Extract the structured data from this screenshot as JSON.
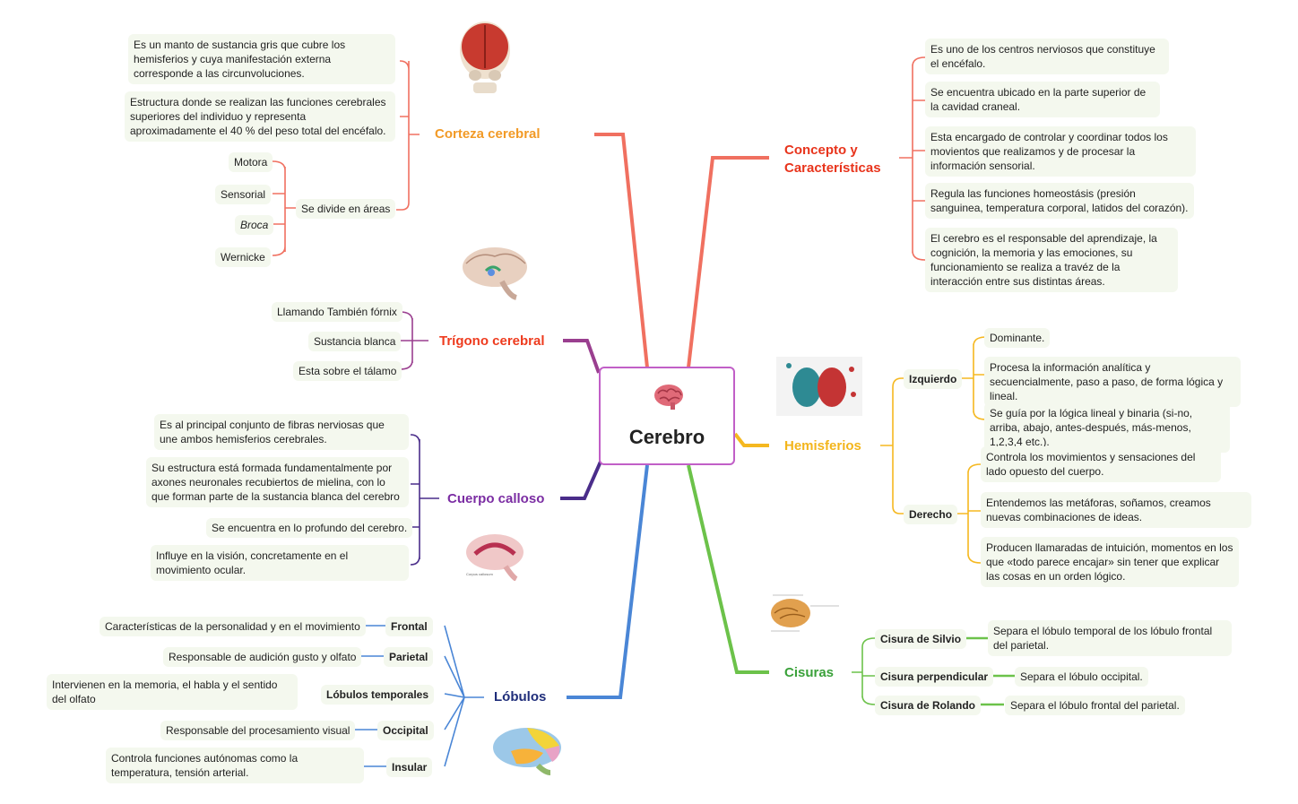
{
  "center": {
    "title": "Cerebro",
    "icon": "brain-icon"
  },
  "branches": {
    "corteza": {
      "label": "Corteza cerebral",
      "color": "#f29a26",
      "notes": [
        "Es un manto de sustancia gris que cubre los hemisferios y cuya manifestación externa corresponde a las circunvoluciones.",
        "Estructura  donde se realizan las funciones cerebrales superiores del individuo y representa aproximadamente el 40 % del peso total del encéfalo."
      ],
      "divide": "Se divide en áreas",
      "areas": [
        "Motora",
        "Sensorial",
        "Broca",
        "Wernicke"
      ]
    },
    "trigono": {
      "label": "Trígono cerebral",
      "color": "#ee3b1e",
      "items": [
        "Llamando También fórnix",
        "Sustancia blanca",
        "Esta sobre el tálamo"
      ]
    },
    "calloso": {
      "label": "Cuerpo calloso",
      "color": "#7b2da3",
      "items": [
        "Es al principal conjunto de fibras nerviosas que une ambos hemisferios cerebrales.",
        "Su estructura está formada fundamentalmente por axones neuronales recubiertos de mielina, con lo que forman parte de la sustancia blanca del cerebro",
        "Se encuentra en lo profundo del cerebro.",
        "Influye en la visión, concretamente en el movimiento ocular."
      ]
    },
    "lobulos": {
      "label": "Lóbulos",
      "color": "#1f2d7a",
      "items": [
        {
          "name": "Frontal",
          "desc": "Características  de la personalidad y en el movimiento"
        },
        {
          "name": "Parietal",
          "desc": "Responsable de audición gusto y olfato"
        },
        {
          "name": "Lóbulos temporales",
          "desc": "Intervienen en la memoria, el habla y el sentido del olfato"
        },
        {
          "name": "Occipital",
          "desc": "Responsable del procesamiento visual"
        },
        {
          "name": "Insular",
          "desc": "Controla funciones autónomas como la temperatura, tensión arterial."
        }
      ]
    },
    "concepto": {
      "label": "Concepto y Características",
      "color": "#e8341c",
      "items": [
        "Es uno de los centros nerviosos que constituye el encéfalo.",
        "Se encuentra ubicado en la parte superior de la cavidad craneal.",
        "Esta encargado de controlar y coordinar todos los movientos que realizamos y de procesar la información sensorial.",
        "Regula las funciones homeostásis (presión sanguinea, temperatura corporal, latidos del corazón).",
        "El cerebro es el responsable del aprendizaje, la cognición, la memoria y las emociones, su funcionamiento se realiza a travéz de la interacción entre sus distintas áreas."
      ]
    },
    "hemisferios": {
      "label": "Hemisferios",
      "color": "#f3b51b",
      "izquierdo": {
        "label": "Izquierdo",
        "items": [
          "Dominante.",
          "Procesa la información analítica y secuencialmente, paso a paso, de forma lógica y lineal.",
          "Se guía por la lógica lineal y binaria (si-no, arriba, abajo, antes-después, más-menos, 1,2,3,4 etc.)."
        ]
      },
      "derecho": {
        "label": "Derecho",
        "items": [
          "Controla los movimientos y sensaciones del lado opuesto del cuerpo.",
          "Entendemos las metáforas, soñamos, creamos nuevas combinaciones de ideas.",
          "Producen llamaradas de intuición, momentos en los que «todo parece encajar» sin tener que explicar las cosas en un orden lógico."
        ]
      }
    },
    "cisuras": {
      "label": "Cisuras",
      "color": "#3aa13a",
      "items": [
        {
          "name": "Cisura de Silvio",
          "desc": "Separa el lóbulo temporal de los lóbulo frontal del parietal."
        },
        {
          "name": "Cisura perpendicular",
          "desc": "Separa el lóbulo occipital."
        },
        {
          "name": "Cisura de Rolando",
          "desc": "Separa el lóbulo  frontal del parietal."
        }
      ]
    }
  },
  "colors": {
    "corteza_line": "#f07060",
    "trigono_line": "#9a3f8f",
    "calloso_line": "#4a2d8a",
    "lobulos_line": "#4a86d6",
    "concepto_line": "#f07060",
    "hemisferios_line": "#f5b820",
    "cisuras_line": "#6cc24a"
  }
}
